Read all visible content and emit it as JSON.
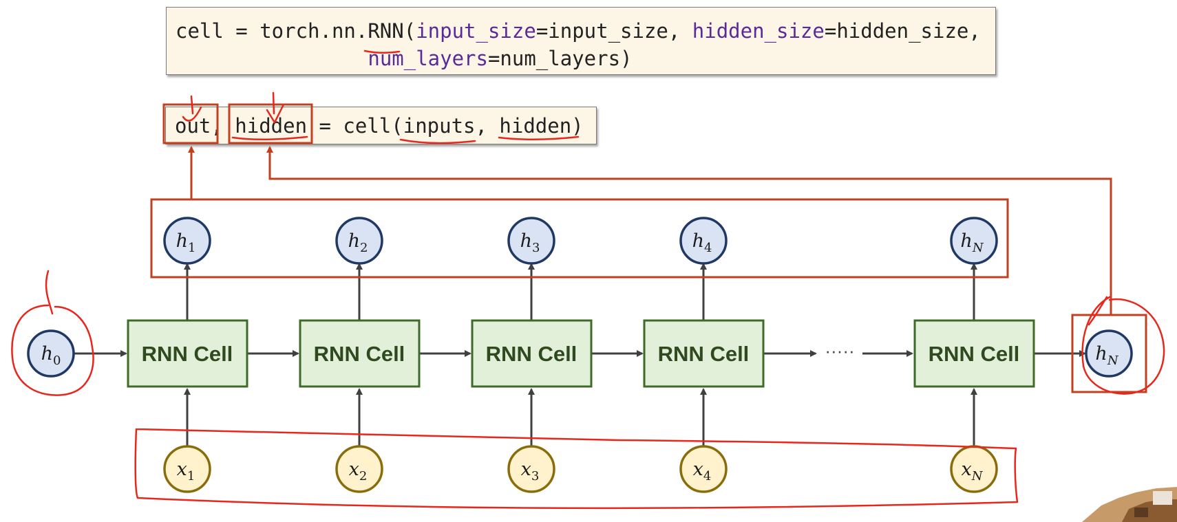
{
  "code": {
    "line1_prefix": "cell = torch.nn.RNN(",
    "kw_input_size": "input_size",
    "val_input_size": "=input_size, ",
    "kw_hidden_size": "hidden_size",
    "val_hidden_size": "=hidden_size,",
    "line2_indent": "                ",
    "kw_num_layers": "num_layers",
    "val_num_layers": "=num_layers)",
    "call_line": "out, hidden = cell(inputs, hidden)"
  },
  "diagram": {
    "h0": {
      "base": "h",
      "sub": "0"
    },
    "outputs": [
      {
        "base": "h",
        "sub": "1"
      },
      {
        "base": "h",
        "sub": "2"
      },
      {
        "base": "h",
        "sub": "3"
      },
      {
        "base": "h",
        "sub": "4"
      },
      {
        "base": "h",
        "sub": "N"
      }
    ],
    "inputs": [
      {
        "base": "x",
        "sub": "1"
      },
      {
        "base": "x",
        "sub": "2"
      },
      {
        "base": "x",
        "sub": "3"
      },
      {
        "base": "x",
        "sub": "4"
      },
      {
        "base": "x",
        "sub": "N"
      }
    ],
    "cell_label": "RNN Cell",
    "ellipsis": "·····",
    "hN_final": {
      "base": "h",
      "sub": "N"
    }
  },
  "colors": {
    "cell_fill": "#e2efd9",
    "cell_border": "#3f6b2a",
    "h_fill": "#dae3f3",
    "h_border": "#1f3864",
    "x_fill": "#fff2cc",
    "x_border": "#8a6d0b",
    "annotation_red": "#e8261b",
    "box_red": "#c2401f"
  }
}
